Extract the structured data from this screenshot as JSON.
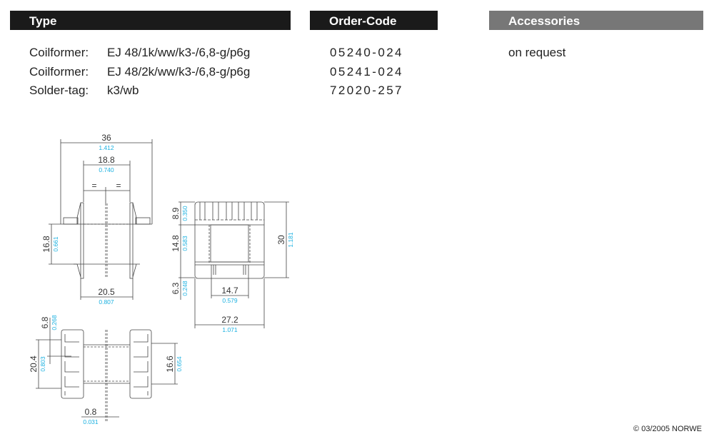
{
  "headers": {
    "type": "Type",
    "order": "Order-Code",
    "accessories": "Accessories"
  },
  "colors": {
    "header_dark": "#1a1a1a",
    "header_gray": "#777777",
    "inch": "#1ab0e0"
  },
  "rows": [
    {
      "label": "Coilformer:",
      "type": "EJ 48/1k/ww/k3-/6,8-g/p6g",
      "code": "05240-024"
    },
    {
      "label": "Coilformer:",
      "type": "EJ 48/2k/ww/k3-/6,8-g/p6g",
      "code": "05241-024"
    },
    {
      "label": "Solder-tag:",
      "type": "k3/wb",
      "code": "72020-257"
    }
  ],
  "accessories_text": "on request",
  "dims": {
    "d36": "36",
    "d36i": "1.412",
    "d188": "18.8",
    "d188i": "0.740",
    "eq": "=",
    "d168": "16.8",
    "d168i": "0.661",
    "d205": "20.5",
    "d205i": "0.807",
    "d89": "8.9",
    "d89i": "0.350",
    "d148": "14.8",
    "d148i": "0.583",
    "d63": "6.3",
    "d63i": "0.248",
    "d30": "30",
    "d30i": "1.181",
    "d147": "14.7",
    "d147i": "0.579",
    "d272": "27.2",
    "d272i": "1.071",
    "d68": "6.8",
    "d68i": "0.268",
    "d204": "20.4",
    "d204i": "0.803",
    "d166": "16.6",
    "d166i": "0.654",
    "d08": "0.8",
    "d08i": "0.031"
  },
  "copyright": "© 03/2005 NORWE"
}
